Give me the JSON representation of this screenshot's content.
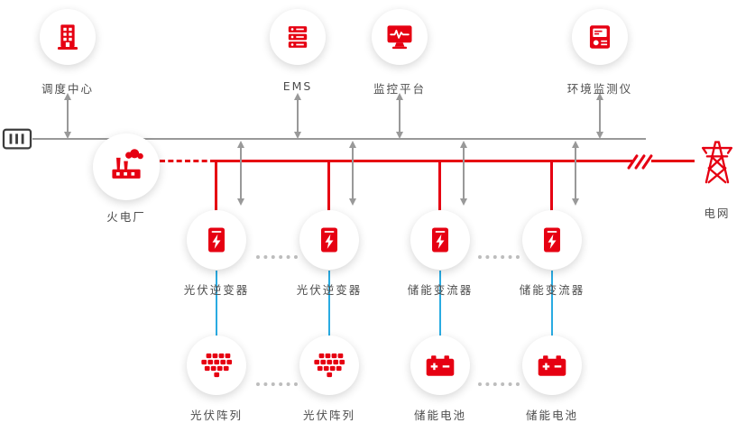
{
  "diagram": {
    "background": "#ffffff",
    "colors": {
      "primary_red": "#e60012",
      "line_gray": "#999999",
      "link_blue": "#29abe2",
      "label_text": "#4d4d4d",
      "device_dark": "#3d3d3d",
      "dot_gray": "#bdbdbd"
    },
    "nodes": {
      "dispatch": {
        "label": "调度中心",
        "icon": "building-icon"
      },
      "ems": {
        "label": "EMS",
        "icon": "server-icon"
      },
      "monitor": {
        "label": "监控平台",
        "icon": "monitor-pulse-icon"
      },
      "env": {
        "label": "环境监测仪",
        "icon": "env-monitor-icon"
      },
      "thermal": {
        "label": "火电厂",
        "icon": "power-plant-icon"
      },
      "grid": {
        "label": "电网",
        "icon": "transmission-tower-icon"
      },
      "inv1": {
        "label": "光伏逆变器",
        "icon": "inverter-icon"
      },
      "inv2": {
        "label": "光伏逆变器",
        "icon": "inverter-icon"
      },
      "pcs1": {
        "label": "储能变流器",
        "icon": "converter-icon"
      },
      "pcs2": {
        "label": "储能变流器",
        "icon": "converter-icon"
      },
      "pv1": {
        "label": "光伏阵列",
        "icon": "solar-array-icon"
      },
      "pv2": {
        "label": "光伏阵列",
        "icon": "solar-array-icon"
      },
      "bat1": {
        "label": "储能电池",
        "icon": "battery-icon"
      },
      "bat2": {
        "label": "储能电池",
        "icon": "battery-icon"
      }
    },
    "buses": {
      "communication": {
        "color": "#999999",
        "style": "solid"
      },
      "power": {
        "color": "#e60012",
        "style": "dashed-start, solid, break-marks"
      }
    },
    "edges": [
      {
        "from": "dispatch",
        "to": "communication-bus",
        "type": "double-arrow"
      },
      {
        "from": "ems",
        "to": "communication-bus",
        "type": "double-arrow"
      },
      {
        "from": "monitor",
        "to": "communication-bus",
        "type": "double-arrow"
      },
      {
        "from": "env",
        "to": "communication-bus",
        "type": "double-arrow"
      },
      {
        "from": "communication-bus",
        "to": "inv1",
        "type": "double-arrow"
      },
      {
        "from": "communication-bus",
        "to": "inv2",
        "type": "double-arrow"
      },
      {
        "from": "communication-bus",
        "to": "pcs1",
        "type": "double-arrow"
      },
      {
        "from": "communication-bus",
        "to": "pcs2",
        "type": "double-arrow"
      },
      {
        "from": "thermal",
        "to": "power-bus",
        "type": "red-dashed"
      },
      {
        "from": "power-bus",
        "to": "inv1",
        "type": "red"
      },
      {
        "from": "power-bus",
        "to": "inv2",
        "type": "red"
      },
      {
        "from": "power-bus",
        "to": "pcs1",
        "type": "red"
      },
      {
        "from": "power-bus",
        "to": "pcs2",
        "type": "red"
      },
      {
        "from": "power-bus",
        "to": "grid",
        "type": "red-with-break"
      },
      {
        "from": "inv1",
        "to": "pv1",
        "type": "blue"
      },
      {
        "from": "inv2",
        "to": "pv2",
        "type": "blue"
      },
      {
        "from": "pcs1",
        "to": "bat1",
        "type": "blue"
      },
      {
        "from": "pcs2",
        "to": "bat2",
        "type": "blue"
      }
    ]
  }
}
